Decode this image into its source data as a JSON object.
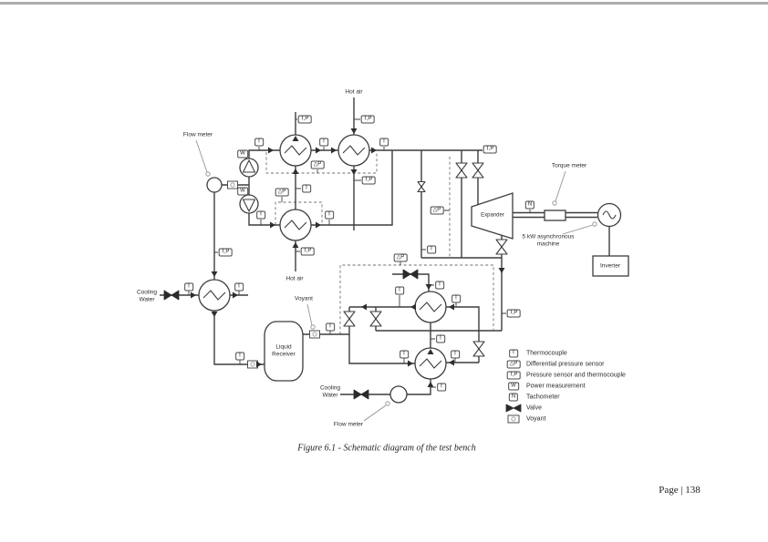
{
  "sensors": {
    "T": "T",
    "dP": "△P",
    "TP": "T,P",
    "W": "W",
    "N": "N"
  },
  "labels": {
    "flow_meter_top": "Flow meter",
    "flow_meter_bottom": "Flow meter",
    "hot_air_top": "Hot air",
    "hot_air_bottom": "Hot air",
    "cooling_water_left": "Cooling\nWater",
    "cooling_water_bottom": "Cooling\nWater",
    "voyant": "Voyant",
    "torque_meter": "Torque meter",
    "machine": "5 kW asynchronous\nmachine",
    "expander": "Expander",
    "inverter": "Inverter",
    "liquid_receiver": "Liquid\nReceiver"
  },
  "legend": [
    {
      "symbol": "T",
      "label": "Thermocouple"
    },
    {
      "symbol": "△P",
      "label": "Differential pressure sensor"
    },
    {
      "symbol": "T,P",
      "label": "Pressure sensor and thermocouple"
    },
    {
      "symbol": "W",
      "label": "Power measurement"
    },
    {
      "symbol": "N",
      "label": "Tachometer"
    },
    {
      "symbol": "valve",
      "label": "Valve"
    },
    {
      "symbol": "voyant",
      "label": "Voyant"
    }
  ],
  "caption": "Figure 6.1 - Schematic diagram of the test bench",
  "page_footer": "Page | 138"
}
